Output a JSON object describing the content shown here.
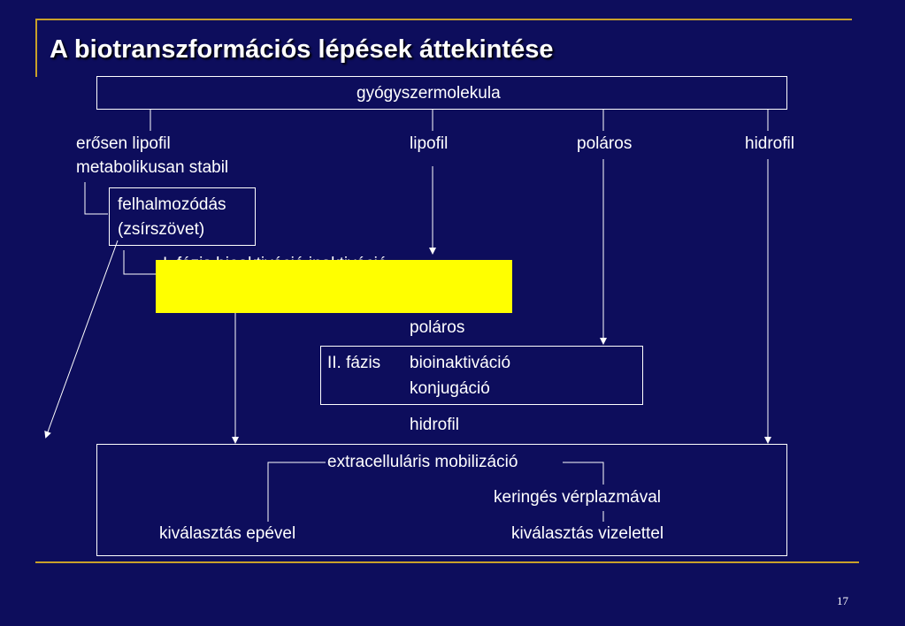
{
  "slide": {
    "title": "A biotranszformációs lépések áttekintése",
    "page_number": "17",
    "colors": {
      "background": "#0d0d5c",
      "rule": "#c8a02a",
      "highlight": "#ffff00",
      "text": "#ffffff"
    }
  },
  "diagram": {
    "top_box": "gyógyszermolekula",
    "branches": {
      "strong_lipophilic_line1": "erősen lipofil",
      "strong_lipophilic_line2": "metabolikusan stabil",
      "lipophilic": "lipofil",
      "polar": "poláros",
      "hydrophilic": "hidrofil"
    },
    "accumulation": {
      "line1": "felhalmozódás",
      "line2": "(zsírszövet)"
    },
    "phase1_partial": "I. fázis   bioaktiváció   inaktiváció",
    "after_phase1": "poláros",
    "phase2": {
      "label": "II. fázis",
      "line1": "bioinaktiváció",
      "line2": "konjugáció"
    },
    "after_phase2": "hidrofil",
    "bottom": {
      "mobilization": "extracelluláris mobilizáció",
      "circulation": "keringés vérplazmával",
      "bile": "kiválasztás epével",
      "urine": "kiválasztás vizelettel"
    }
  }
}
